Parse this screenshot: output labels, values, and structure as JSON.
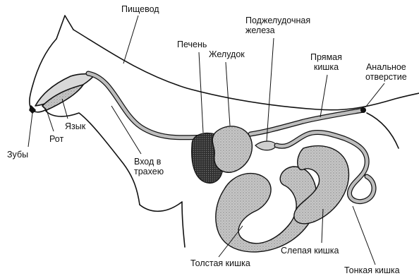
{
  "labels": {
    "esophagus": "Пищевод",
    "pancreas": [
      "Поджелудочная",
      "железа"
    ],
    "liver": "Печень",
    "stomach": "Желудок",
    "rectum": [
      "Прямая",
      "кишка"
    ],
    "anus": [
      "Анальное",
      "отверстие"
    ],
    "tongue": "Язык",
    "mouth": "Рот",
    "teeth": "Зубы",
    "trachea_entrance": [
      "Вход в",
      "трахею"
    ],
    "large_intestine": "Толстая кишка",
    "cecum": "Слепая кишка",
    "small_intestine": "Тонкая кишка"
  },
  "colors": {
    "ink": "#111111",
    "organ_fill": "#b9b9b9",
    "liver_fill": "#3a3a3a",
    "background": "#ffffff"
  }
}
